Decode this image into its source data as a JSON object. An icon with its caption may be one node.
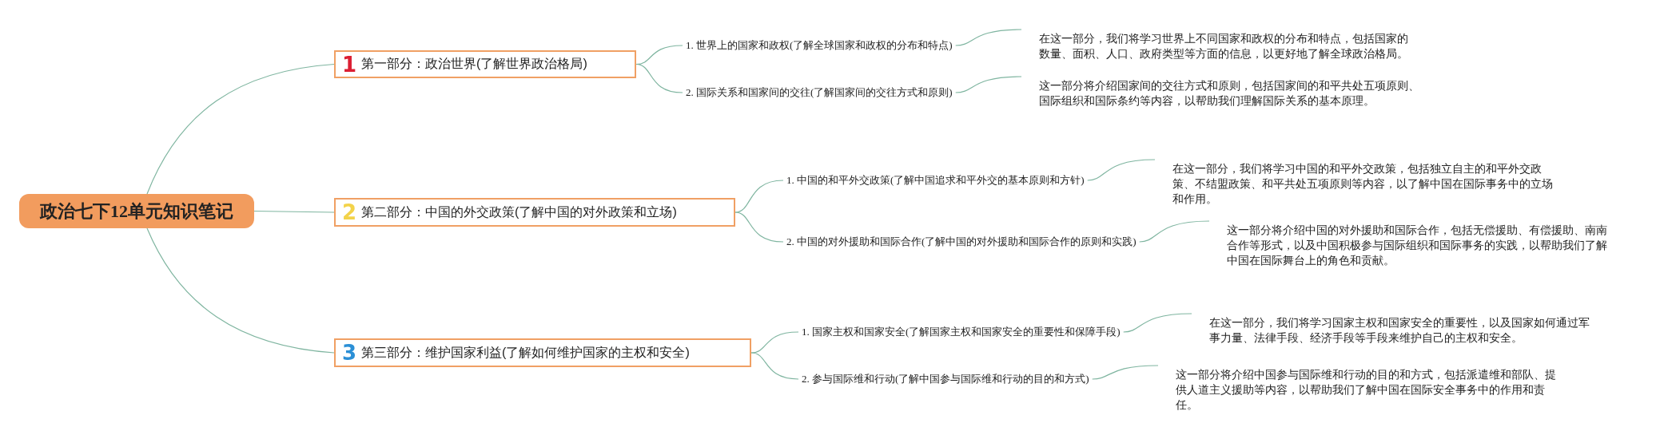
{
  "diagram": {
    "nodes": [
      {
        "text": [
          "政治七下12单元知识笔记"
        ]
      },
      {
        "text": [
          "1",
          "第一部分：政治世界(了解世界政治格局)"
        ]
      },
      {
        "text": [
          "2",
          "第二部分：中国的外交政策(了解中国的对外政策和立场)"
        ]
      },
      {
        "text": [
          "3",
          "第三部分：维护国家利益(了解如何维护国家的主权和安全)"
        ]
      },
      {
        "text": [
          "1. 世界上的国家和政权(了解全球国家和政权的分布和特点)"
        ]
      },
      {
        "text": [
          "2. 国际关系和国家间的交往(了解国家间的交往方式和原则)"
        ]
      },
      {
        "text": [
          "1. 中国的和平外交政策(了解中国追求和平外交的基本原则和方针)"
        ]
      },
      {
        "text": [
          "2. 中国的对外援助和国际合作(了解中国的对外援助和国际合作的原则和实践)"
        ]
      },
      {
        "text": [
          "1. 国家主权和国家安全(了解国家主权和国家安全的重要性和保障手段)"
        ]
      },
      {
        "text": [
          "2. 参与国际维和行动(了解中国参与国际维和行动的目的和方式)"
        ]
      },
      {
        "text": [
          "在这一部分，我们将学习世界上不同国家和政权的分布和特点，包括国家的数量、面积、人口、政府类型等方面的信息，以更好地了解全球政治格局。"
        ]
      },
      {
        "text": [
          "这一部分将介绍国家间的交往方式和原则，包括国家间的和平共处五项原则、国际组织和国际条约等内容，以帮助我们理解国际关系的基本原理。"
        ]
      },
      {
        "text": [
          "在这一部分，我们将学习中国的和平外交政策，包括独立自主的和平外交政策、不结盟政策、和平共处五项原则等内容，以了解中国在国际事务中的立场和作用。"
        ]
      },
      {
        "text": [
          "这一部分将介绍中国的对外援助和国际合作，包括无偿援助、有偿援助、南南合作等形式，以及中国积极参与国际组织和国际事务的实践，以帮助我们了解中国在国际舞台上的角色和贡献。"
        ]
      },
      {
        "text": [
          "在这一部分，我们将学习国家主权和国家安全的重要性，以及国家如何通过军事力量、法律手段、经济手段等手段来维护自己的主权和安全。"
        ]
      },
      {
        "text": [
          "这一部分将介绍中国参与国际维和行动的目的和方式，包括派遣维和部队、提供人道主义援助等内容，以帮助我们了解中国在国际安全事务中的作用和责任。"
        ]
      }
    ],
    "edges": [
      {
        "from": 0,
        "to": 1,
        "arrow": "none"
      },
      {
        "from": 0,
        "to": 2,
        "arrow": "none"
      },
      {
        "from": 0,
        "to": 3,
        "arrow": "none"
      },
      {
        "from": 1,
        "to": 4,
        "arrow": "none"
      },
      {
        "from": 1,
        "to": 5,
        "arrow": "none"
      },
      {
        "from": 2,
        "to": 6,
        "arrow": "none"
      },
      {
        "from": 2,
        "to": 7,
        "arrow": "none"
      },
      {
        "from": 3,
        "to": 8,
        "arrow": "none"
      },
      {
        "from": 3,
        "to": 9,
        "arrow": "none"
      },
      {
        "from": 4,
        "to": 10,
        "arrow": "none"
      },
      {
        "from": 5,
        "to": 11,
        "arrow": "none"
      },
      {
        "from": 6,
        "to": 12,
        "arrow": "none"
      },
      {
        "from": 7,
        "to": 13,
        "arrow": "none"
      },
      {
        "from": 8,
        "to": 14,
        "arrow": "none"
      },
      {
        "from": 9,
        "to": 15,
        "arrow": "none"
      }
    ]
  }
}
